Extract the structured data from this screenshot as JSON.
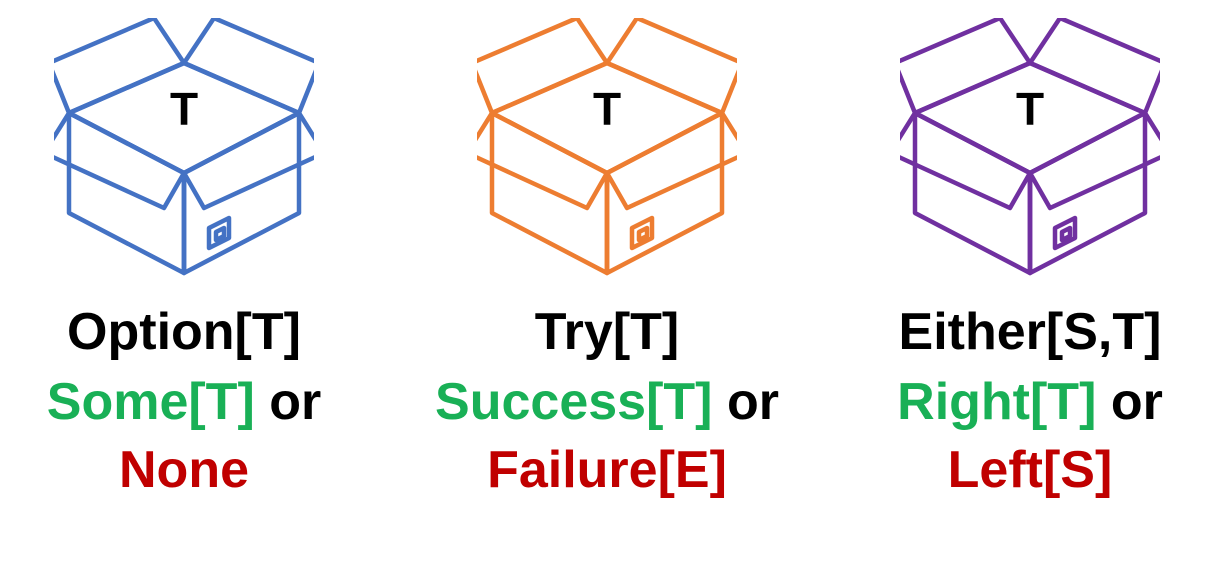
{
  "colors": {
    "option_box": "#4472c4",
    "try_box": "#ed7d31",
    "either_box": "#7030a0",
    "success_text": "#19b056",
    "failure_text": "#c00000",
    "plain_text": "#000000"
  },
  "boxes": [
    {
      "icon": "open-box-icon",
      "letter": "T",
      "type_name": "Option[T]",
      "success_name": "Some[T]",
      "or_word": " or",
      "failure_name": "None"
    },
    {
      "icon": "open-box-icon",
      "letter": "T",
      "type_name": "Try[T]",
      "success_name": "Success[T]",
      "or_word": " or",
      "failure_name": "Failure[E]"
    },
    {
      "icon": "open-box-icon",
      "letter": "T",
      "type_name": "Either[S,T]",
      "success_name": "Right[T]",
      "or_word": " or",
      "failure_name": "Left[S]"
    }
  ]
}
